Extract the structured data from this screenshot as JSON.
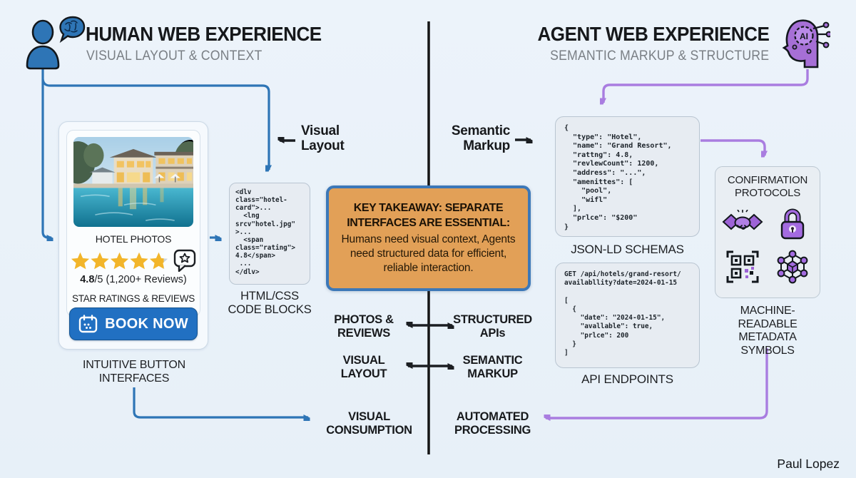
{
  "human": {
    "title": "HUMAN WEB EXPERIENCE",
    "subtitle": "VISUAL LAYOUT & CONTEXT",
    "card": {
      "photo_label": "HOTEL PHOTOS",
      "rating_value": "4.8",
      "rating_rest": "/5 (1,200+ Reviews)",
      "reviews_label": "STAR RATINGS & REVIEWS",
      "book_button_label": "BOOK NOW",
      "caption": "INTUITIVE BUTTON\nINTERFACES"
    },
    "visual_layout_label": "Visual\nLayout",
    "code_block": {
      "code": "<dlv\nclass=\"hotel-\ncard\">...\n  <lng\nsrcv\"hotel.jpg\"\n>...\n  <span\nclass=\"rating\">\n4.8</span>\n ...\n</dlv>",
      "caption": "HTML/CSS\nCODE BLOCKS"
    },
    "bottom_label": "VISUAL\nCONSUMPTION"
  },
  "agent": {
    "title": "AGENT WEB EXPERIENCE",
    "subtitle": "SEMANTIC MARKUP & STRUCTURE",
    "semantic_markup_label": "Semantic\nMarkup",
    "jsonld_block": {
      "code": "{\n  \"type\": \"Hotel\",\n  \"name\": \"Grand Resort\",\n  \"rattng\": 4.8,\n  \"revlewCount\": 1200,\n  \"address\": \"...\",\n  \"amenittes\": [\n    \"pool\",\n    \"wifl\"\n  ],\n  \"prlce\": \"$200\"\n}",
      "caption": "JSON-LD SCHEMAS"
    },
    "api_block": {
      "code": "GET /api/hotels/grand-resort/\navailabllity?date=2024-01-15\n\n[\n  {\n    \"date\": \"2024-01-15\",\n    \"avallable\": true,\n    \"prlce\": 200\n  }\n]",
      "caption": "API ENDPOINTS"
    },
    "confirmation_box": {
      "title": "CONFIRMATION\nPROTOCOLS",
      "caption": "MACHINE-READABLE\nMETADATA\nSYMBOLS"
    },
    "bottom_label": "AUTOMATED\nPROCESSING"
  },
  "center": {
    "takeaway_heading": "KEY TAKEAWAY: SEPARATE INTERFACES ARE ESSENTIAL:",
    "takeaway_body": "Humans need visual context, Agents need structured data for efficient, reliable interaction.",
    "pairs": [
      {
        "left": "PHOTOS &\nREVIEWS",
        "right": "STRUCTURED\nAPIs"
      },
      {
        "left": "VISUAL\nLAYOUT",
        "right": "SEMANTIC\nMARKUP"
      }
    ]
  },
  "footer": {
    "credit": "Paul Lopez"
  },
  "colors": {
    "background": "#e9f1f9",
    "human_accent": "#2e75b6",
    "agent_accent": "#a97de0",
    "divider": "#151515",
    "takeaway_fill": "#e2a057",
    "takeaway_border": "#3c78b8",
    "star_yellow": "#f2b52a",
    "button_blue": "#2170c2",
    "code_block_bg": "#e7ecf2"
  }
}
